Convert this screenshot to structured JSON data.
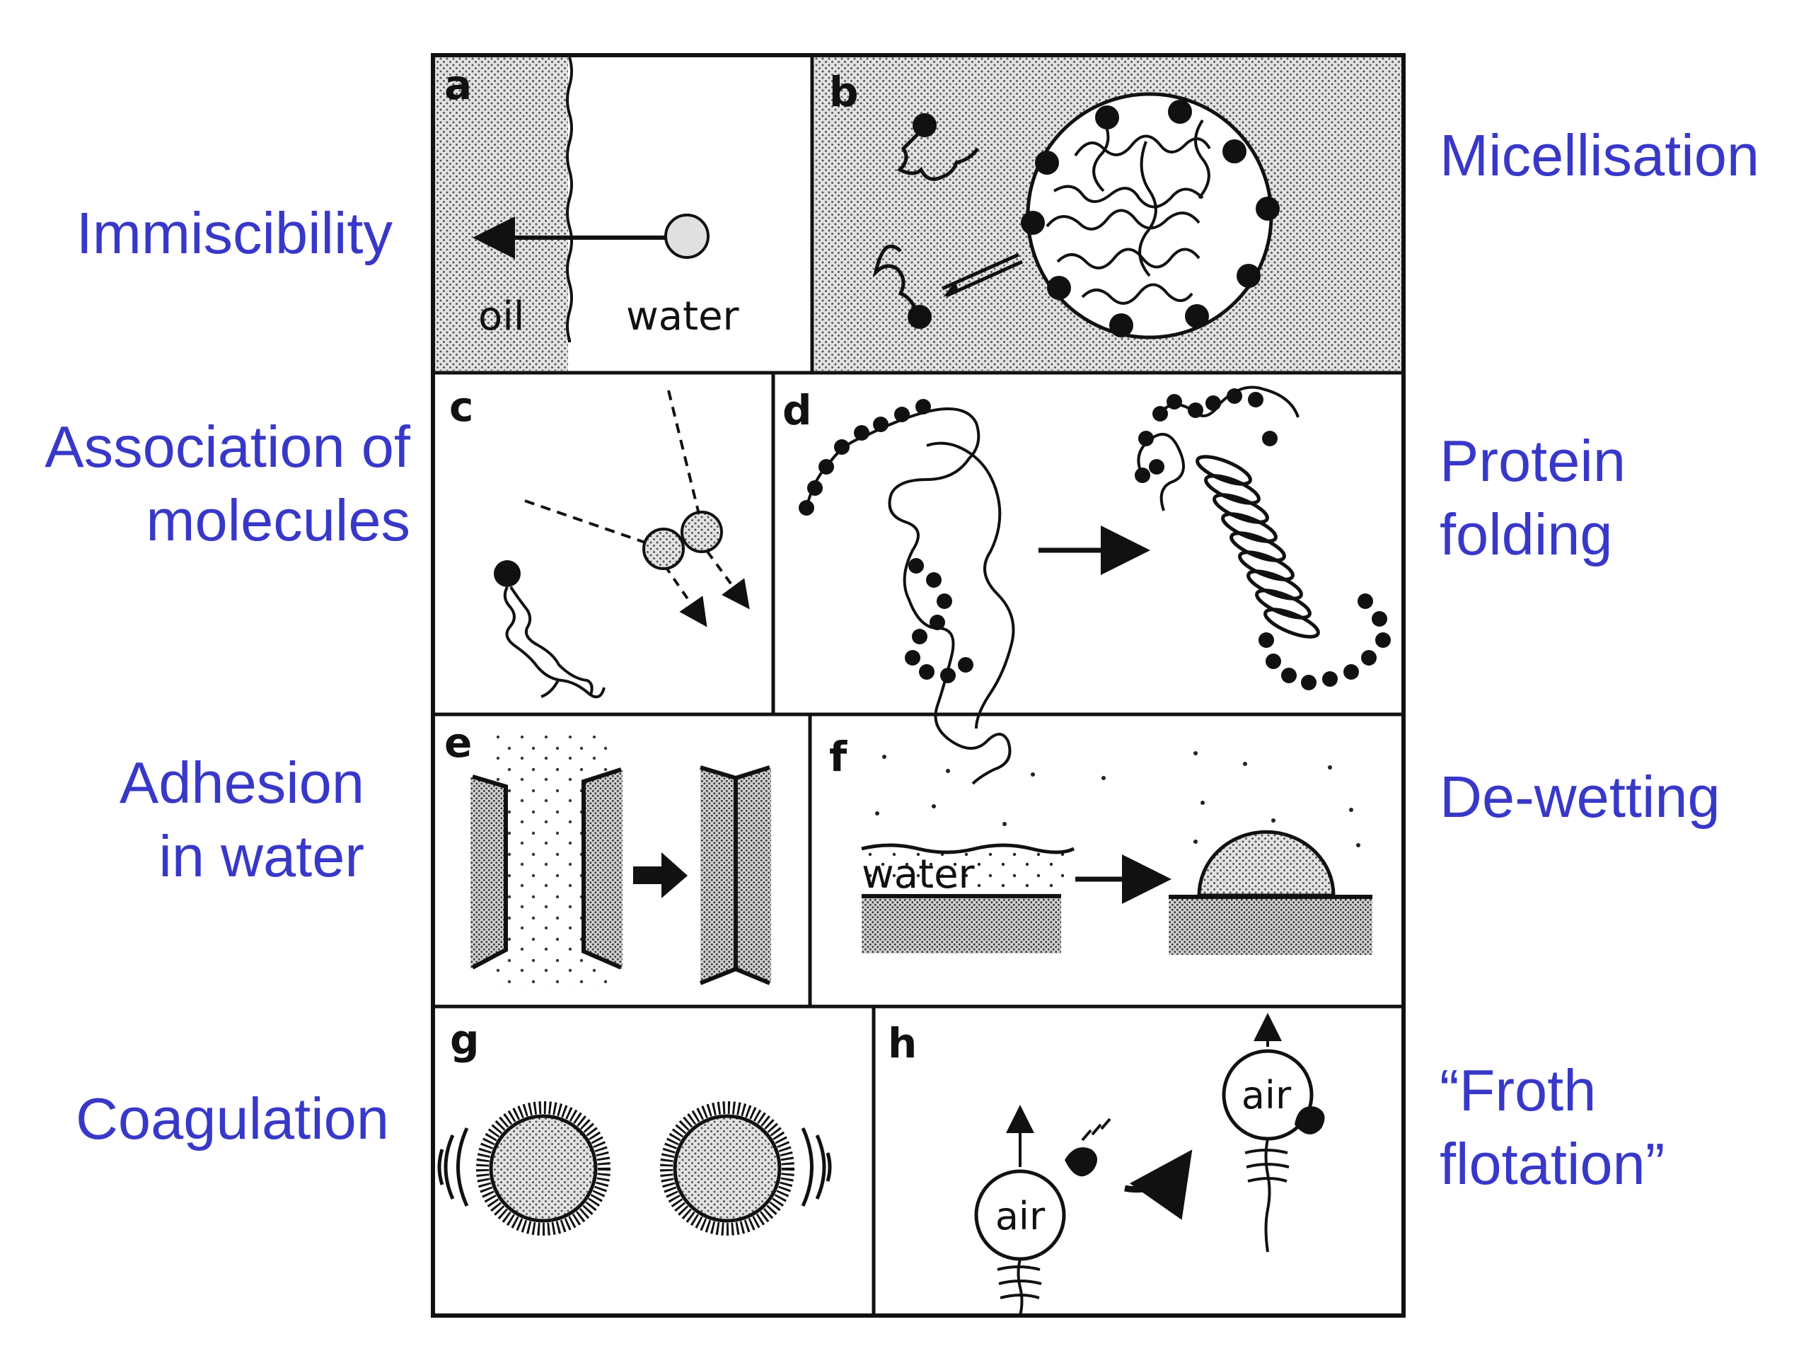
{
  "labels": {
    "immiscibility": "Immiscibility",
    "association": [
      "Association of",
      "molecules"
    ],
    "adhesion": [
      "Adhesion",
      "in water"
    ],
    "coagulation": "Coagulation",
    "micellisation": "Micellisation",
    "protein_folding": [
      "Protein",
      "folding"
    ],
    "dewetting": "De-wetting",
    "froth_flotation": [
      "“Froth",
      "flotation”"
    ]
  },
  "panels": {
    "a": {
      "letter": "a",
      "oil": "oil",
      "water": "water"
    },
    "b": {
      "letter": "b"
    },
    "c": {
      "letter": "c"
    },
    "d": {
      "letter": "d"
    },
    "e": {
      "letter": "e"
    },
    "f": {
      "letter": "f",
      "water": "water"
    },
    "g": {
      "letter": "g"
    },
    "h": {
      "letter": "h",
      "air": "air"
    }
  },
  "colors": {
    "label_blue": "#3838c8",
    "ink": "#111111",
    "shade": "#bdbdbd"
  }
}
